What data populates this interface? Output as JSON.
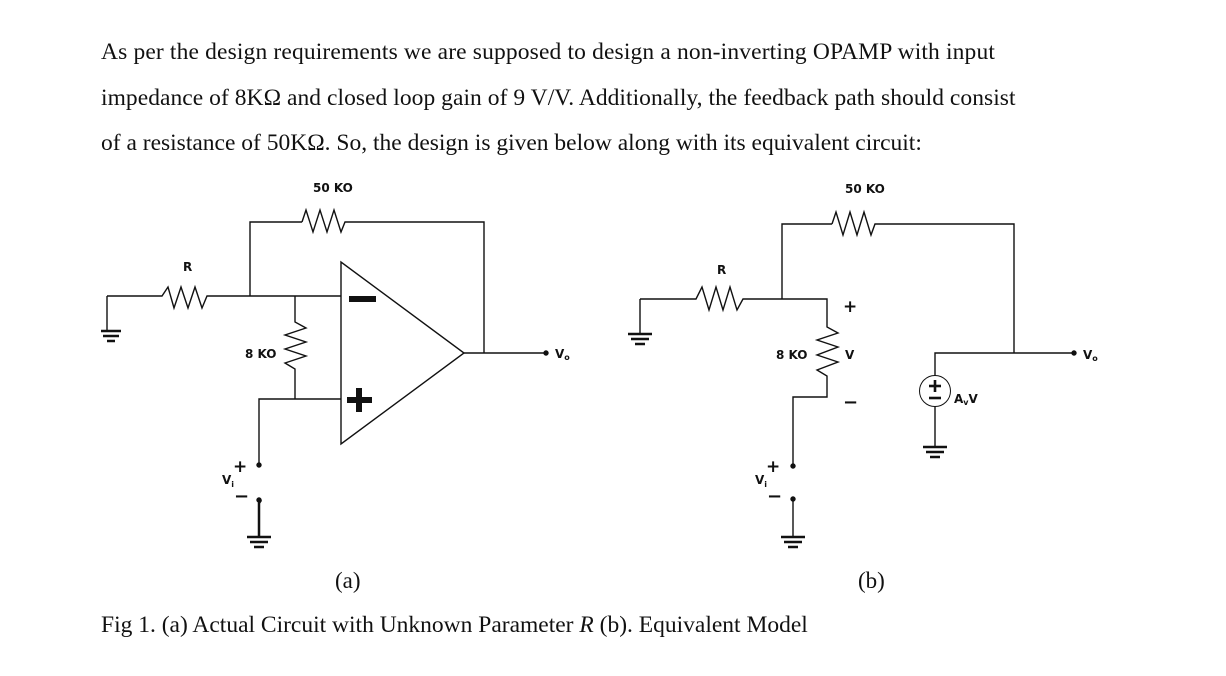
{
  "paragraph": {
    "lines": [
      "As per the design requirements we are supposed to design a non-inverting OPAMP with input",
      "impedance of 8KΩ and closed loop gain of 9 V/V. Additionally, the feedback path should consist",
      "of a resistance of 50KΩ. So, the design is given below along with its equivalent circuit:"
    ]
  },
  "circuit_a": {
    "feedback_resistor_label": "50 KO",
    "input_resistor_label": "R",
    "input_impedance_label": "8 KO",
    "output_label": "V",
    "output_label_sub": "o",
    "source_label": "V",
    "source_label_sub": "i",
    "source_plus": "+",
    "source_minus": "−",
    "opamp_inverting": "−",
    "opamp_noninverting": "+",
    "sublabel": "(a)"
  },
  "circuit_b": {
    "feedback_resistor_label": "50 KO",
    "input_resistor_label": "R",
    "input_impedance_label": "8 KO",
    "differential_voltage_label": "V",
    "diff_plus": "+",
    "diff_minus": "−",
    "dependent_source_label": "A",
    "dependent_source_label_sub": "v",
    "dependent_source_label_suffix": "V",
    "output_label": "V",
    "output_label_sub": "o",
    "source_label": "V",
    "source_label_sub": "i",
    "source_plus": "+",
    "source_minus": "−",
    "sublabel": "(b)"
  },
  "caption": {
    "prefix": "Fig 1. (a) Actual Circuit with Unknown Parameter ",
    "italic": "R",
    "suffix": " (b). Equivalent Model"
  },
  "icons": {
    "ground": "ground-icon",
    "resistor": "resistor-icon",
    "opamp": "opamp-icon",
    "dependent_voltage_source": "dependent-voltage-source-icon"
  }
}
